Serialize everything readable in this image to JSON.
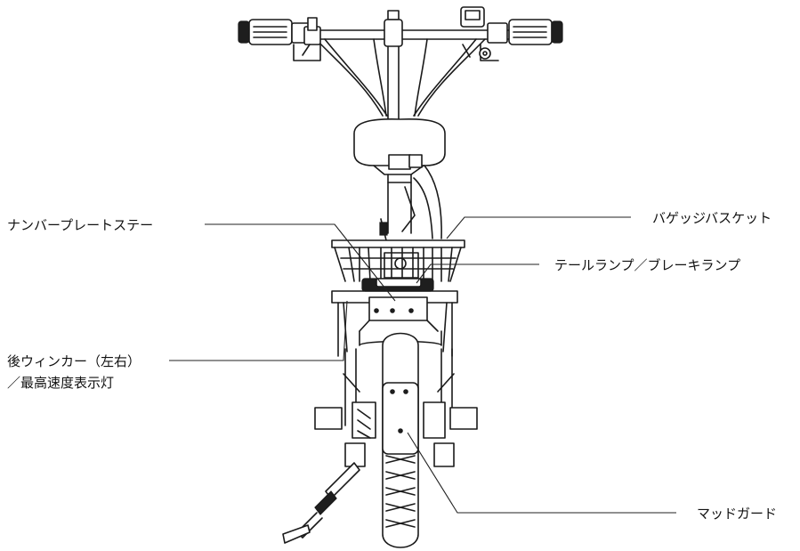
{
  "labels": {
    "number_plate_stay": "ナンバープレートステー",
    "luggage_basket": "バゲッジバスケット",
    "tail_lamp": "テールランプ／ブレーキランプ",
    "rear_winker_line1": "後ウィンカー（左右）",
    "rear_winker_line2": "／最高速度表示灯",
    "mudguard": "マッドガード"
  },
  "colors": {
    "ink": "#1a1a1a",
    "background": "#ffffff"
  }
}
